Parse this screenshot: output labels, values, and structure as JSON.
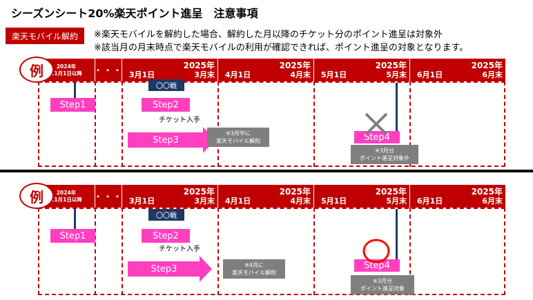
{
  "title": "シーズンシート20%楽天ポイント進呈　注意事項",
  "badge": "楽天モバイル解約",
  "notes": [
    "※楽天モバイルを解約した場合、解約した月以降のチケット分のポイント進呈は対象外",
    "※該当月の月末時点で楽天モバイルの利用が確認できれば、ポイント進呈の対象となります。"
  ],
  "colors": {
    "red": "#c00000",
    "pink": "#ff3fbf",
    "navy": "#1f3864",
    "gray": "#7f7f7f"
  },
  "example1": {
    "label": "例",
    "header": {
      "first_line1": "2024年",
      "first_line2": "11月1日以降",
      "dots": "・・・",
      "months": [
        {
          "year": "2025年",
          "start": "3月1日",
          "end": "3月末"
        },
        {
          "year": "2025年",
          "start": "4月1日",
          "end": "4月末"
        },
        {
          "year": "2025年",
          "start": "5月1日",
          "end": "5月末"
        },
        {
          "year": "2025年",
          "start": "6月1日",
          "end": "6月末"
        }
      ]
    },
    "step1": "Step1",
    "game": "〇〇戦",
    "step2": "Step2",
    "ticket": "チケット入手",
    "step3": "Step3",
    "cancel_line1": "※3月中に",
    "cancel_line2": "楽天モバイル解約",
    "step4": "Step4",
    "result_line1": "※3月分",
    "result_line2": "ポイント進呈対象外",
    "mark": "cross-icon"
  },
  "example2": {
    "label": "例",
    "header": {
      "first_line1": "2024年",
      "first_line2": "11月1日以降",
      "dots": "・・・",
      "months": [
        {
          "year": "2025年",
          "start": "3月1日",
          "end": "3月末"
        },
        {
          "year": "2025年",
          "start": "4月1日",
          "end": "4月末"
        },
        {
          "year": "2025年",
          "start": "5月1日",
          "end": "5月末"
        },
        {
          "year": "2025年",
          "start": "6月1日",
          "end": "6月末"
        }
      ]
    },
    "step1": "Step1",
    "game": "〇〇戦",
    "step2": "Step2",
    "ticket": "チケット入手",
    "step3": "Step3",
    "cancel_line1": "※4月に",
    "cancel_line2": "楽天モバイル解約",
    "step4": "Step4",
    "result_line1": "※3月分",
    "result_line2": "ポイント進呈対象",
    "mark": "circle-icon"
  }
}
